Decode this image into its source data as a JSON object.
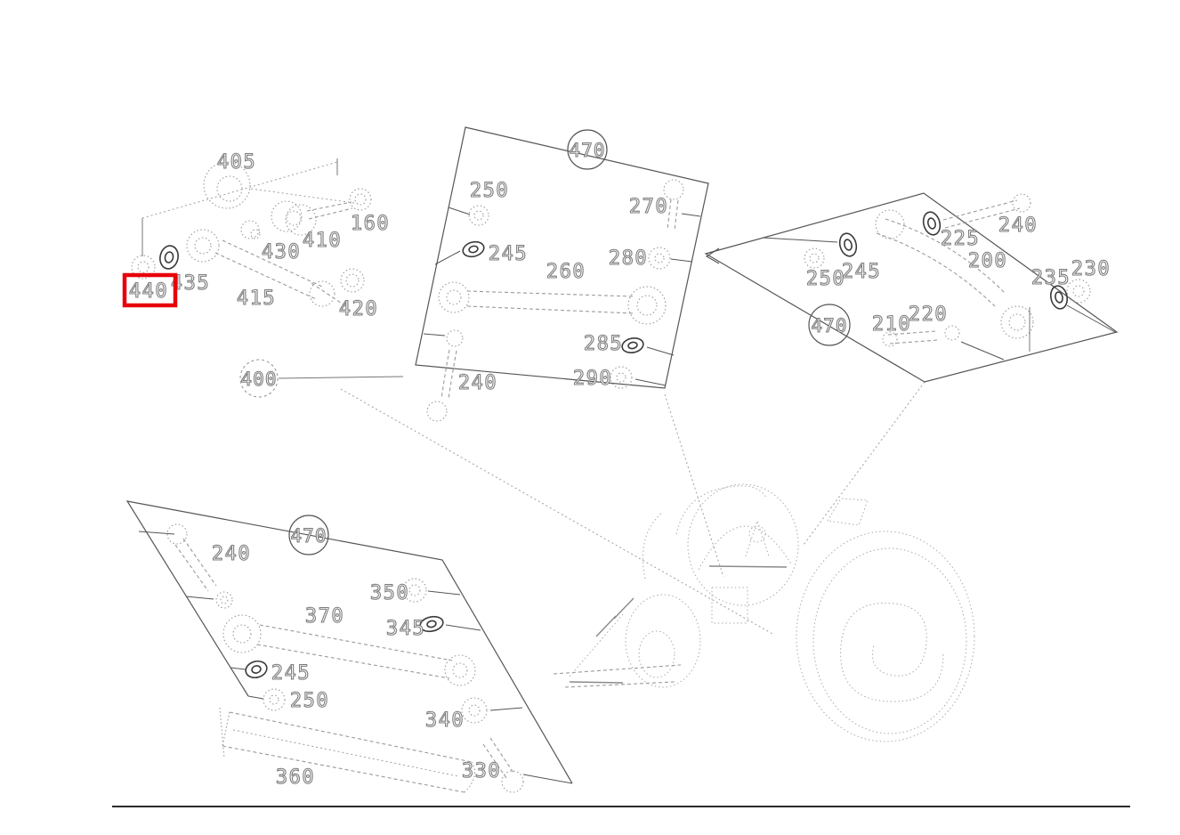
{
  "colors": {
    "highlight": "#e8000a",
    "panel_line": "#555555",
    "sketch_line": "#9a9a9a",
    "page_rule": "#2a2a2a"
  },
  "panels": {
    "upper_left_cluster": {
      "callouts": [
        "405",
        "160",
        "410",
        "430",
        "435",
        "440",
        "415",
        "420"
      ]
    },
    "center_panel": {
      "ref": "470",
      "callouts": [
        "250",
        "245",
        "260",
        "270",
        "280",
        "285",
        "290",
        "240"
      ]
    },
    "right_panel": {
      "ref": "470",
      "callouts": [
        "240",
        "225",
        "200",
        "230",
        "235",
        "250",
        "245",
        "210",
        "220"
      ]
    },
    "lower_left_panel": {
      "ref": "470",
      "callouts": [
        "240",
        "350",
        "370",
        "345",
        "245",
        "250",
        "340",
        "360",
        "330"
      ]
    },
    "standalone_ref": "400"
  },
  "highlight": {
    "callout": "440",
    "panel": "upper_left_cluster"
  }
}
